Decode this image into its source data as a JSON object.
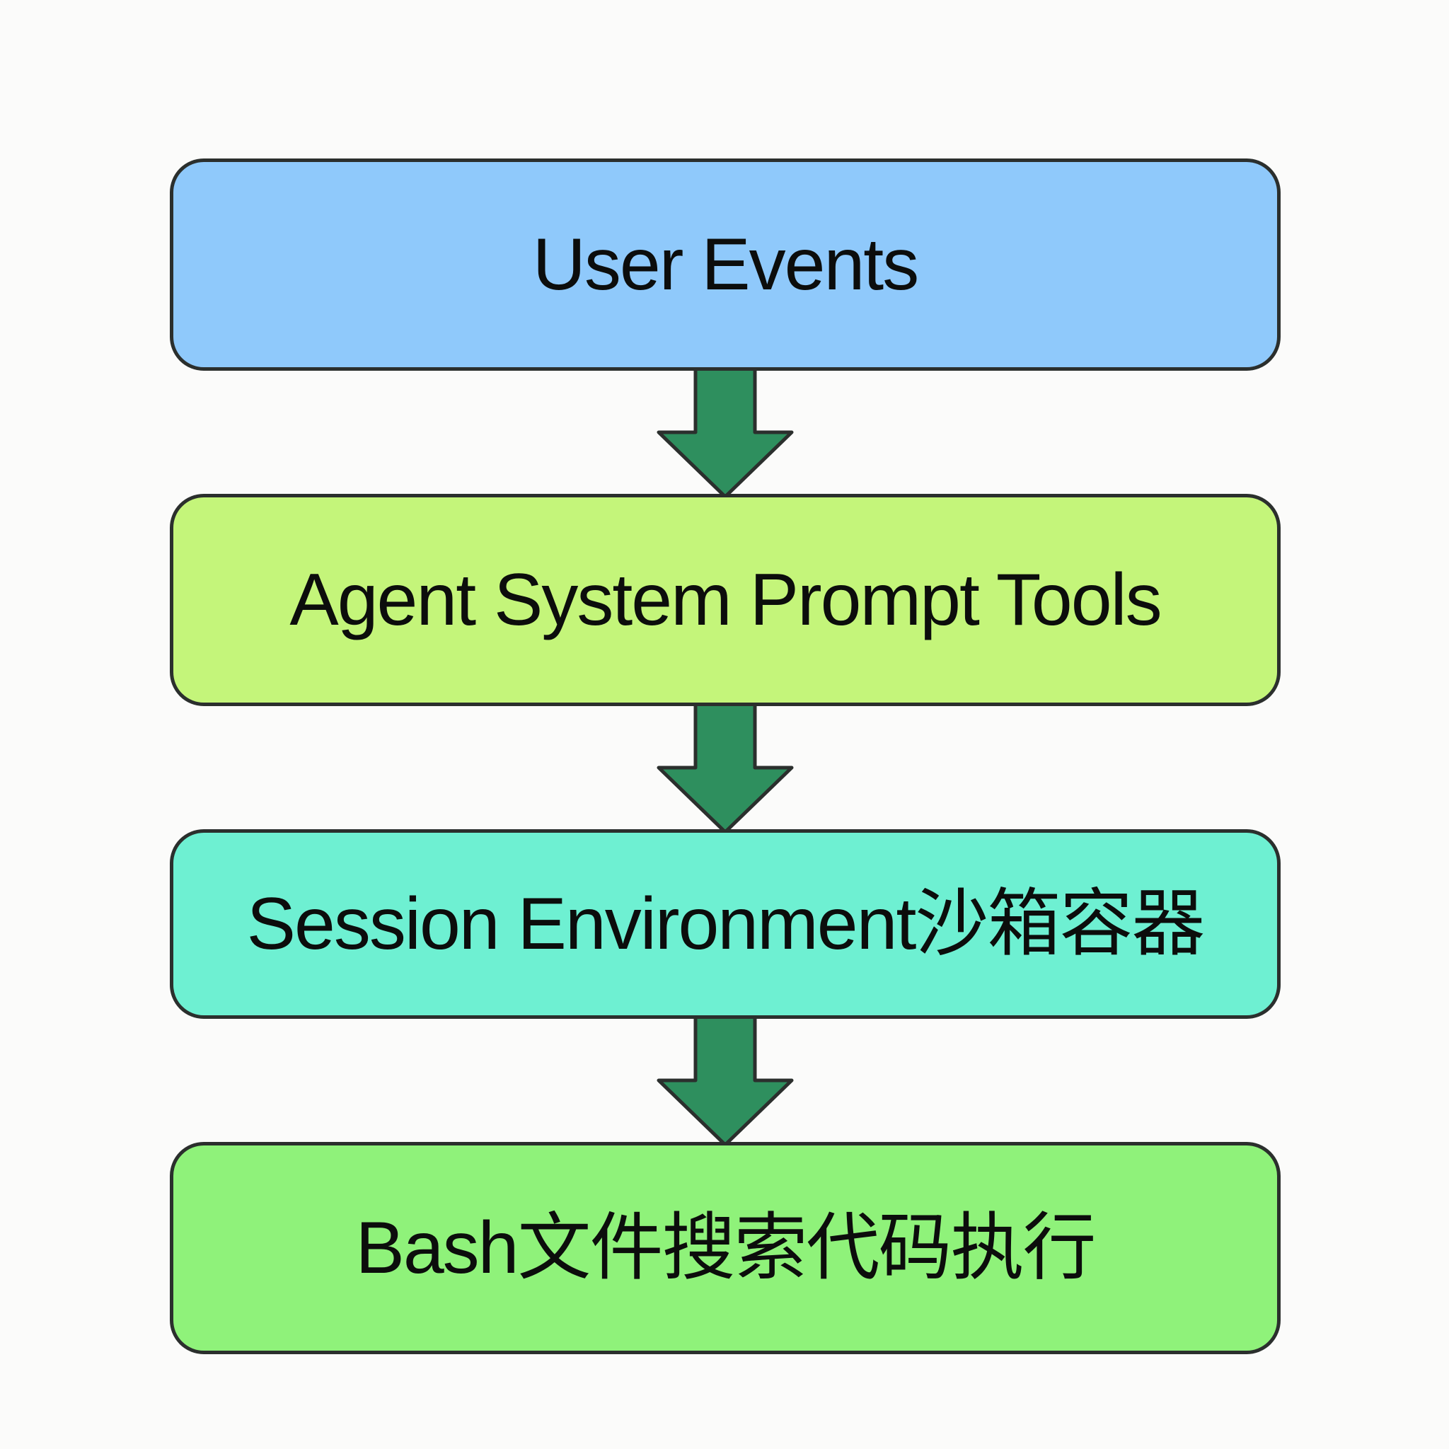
{
  "diagram": {
    "nodes": [
      {
        "label": "User Events",
        "color": "#8fc9fb"
      },
      {
        "label": "Agent System Prompt Tools",
        "color": "#c4f57a"
      },
      {
        "label": "Session Environment沙箱容器",
        "color": "#6ef0d2"
      },
      {
        "label": "Bash文件搜索代码执行",
        "color": "#8ff27a"
      }
    ],
    "edges": [
      {
        "from": 0,
        "to": 1
      },
      {
        "from": 1,
        "to": 2
      },
      {
        "from": 2,
        "to": 3
      }
    ],
    "arrow_color": "#2e8f5e",
    "outline_color": "#2b2f2d"
  }
}
